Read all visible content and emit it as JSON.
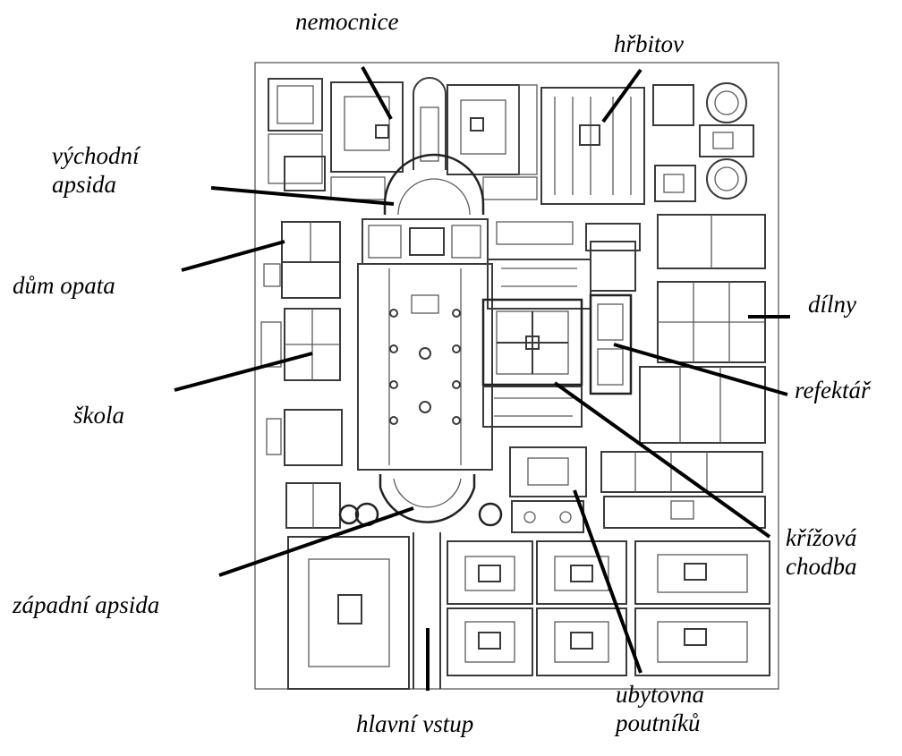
{
  "labels": {
    "nemocnice": "nemocnice",
    "hrbitov": "hřbitov",
    "vychodni_1": "východní",
    "vychodni_2": "apsida",
    "dum_opata": "dům opata",
    "dilny": "dílny",
    "refektar": "refektář",
    "skola": "škola",
    "krizova_1": "křížová",
    "krizova_2": "chodba",
    "zapadni_apsida": "západní apsida",
    "hlavni_vstup": "hlavní vstup",
    "ubytovna_1": "ubytovna",
    "ubytovna_2": "poutníků"
  }
}
